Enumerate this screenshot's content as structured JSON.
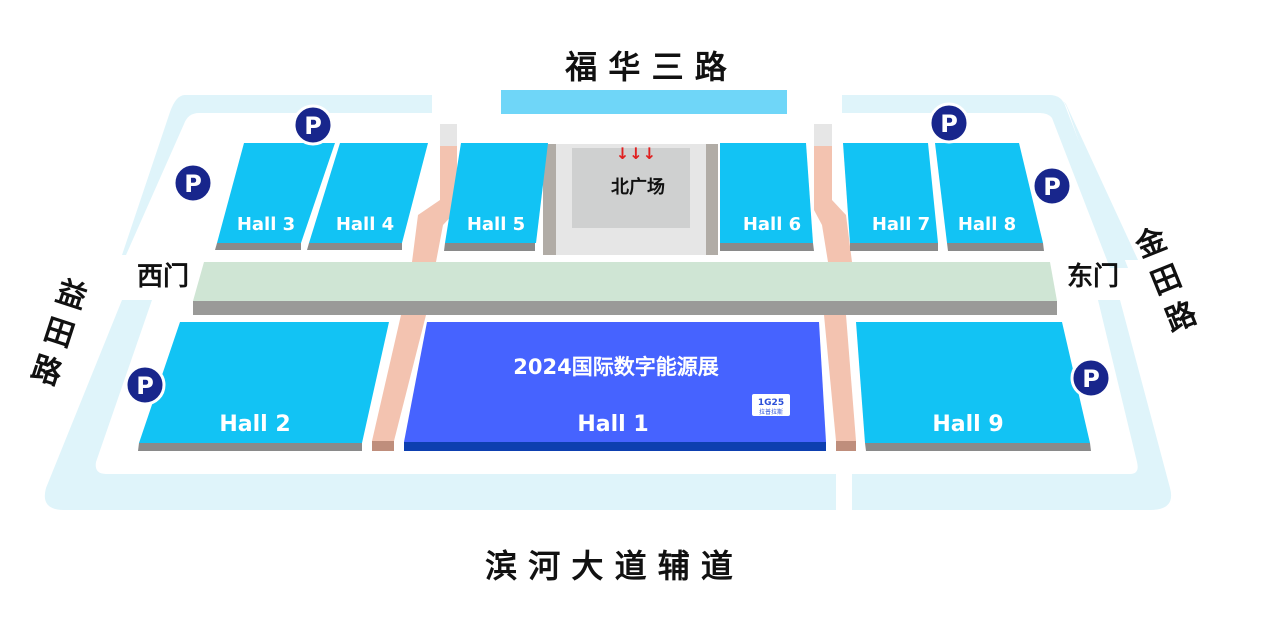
{
  "roads": {
    "north": "福 华 三 路",
    "south": "滨 河 大 道 辅 道",
    "west": [
      "益",
      "田",
      "路"
    ],
    "east": [
      "金",
      "田",
      "路"
    ]
  },
  "gates": {
    "west": "西门",
    "east": "东门"
  },
  "plaza": {
    "label": "北广场",
    "arrows": "↓↓↓"
  },
  "halls": {
    "hall1": "Hall 1",
    "hall2": "Hall 2",
    "hall3": "Hall 3",
    "hall4": "Hall 4",
    "hall5": "Hall 5",
    "hall6": "Hall 6",
    "hall7": "Hall 7",
    "hall8": "Hall 8",
    "hall9": "Hall 9"
  },
  "exhibition": {
    "title": "2024国际数字能源展",
    "booth_code": "1G25",
    "booth_brand": "拉普拉斯"
  },
  "parking": {
    "label": "P"
  },
  "colors": {
    "hall": "#12c3f4",
    "hall1": "#4663ff",
    "road": "#dff4fa",
    "north_road_bar": "#6fd6f8",
    "corridor": "#cfe5d4",
    "walkway": "#f3c3b0",
    "parking": "#18268c",
    "plaza": "#cfd0d0"
  }
}
